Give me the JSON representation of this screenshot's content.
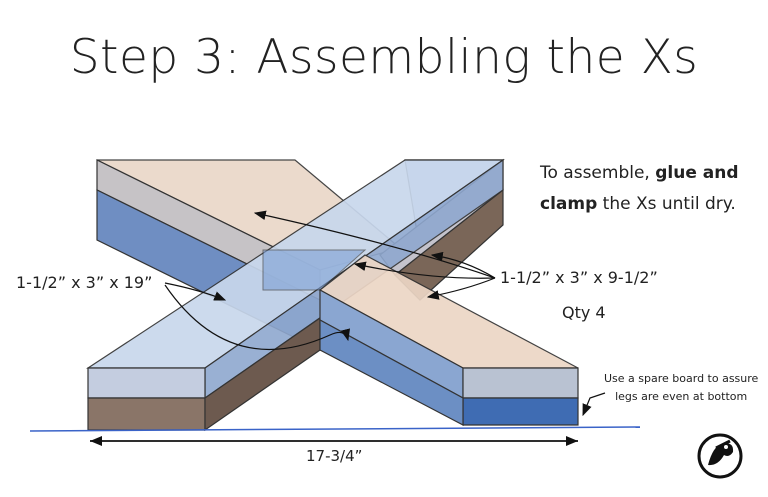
{
  "title": "Step 3: Assembling the Xs",
  "instructions": {
    "prefix": "To assemble, ",
    "bold1": "glue and",
    "bold2": "clamp",
    "suffix": " the Xs until dry."
  },
  "labels": {
    "long_board": "1-1/2” x 3” x 19”",
    "short_board": "1-1/2” x 3” x 9-1/2”",
    "quantity": "Qty 4",
    "spare_note_line1": "Use a spare board to assure",
    "spare_note_line2": "legs are even at bottom",
    "width_dimension": "17-3/4”"
  },
  "colors": {
    "blue_top": "#c8d7ec",
    "blue_side": "#6c8fc4",
    "brown_side": "#7a6658",
    "peach_top": "#f3dccb",
    "ground_line": "#3a63c8"
  }
}
